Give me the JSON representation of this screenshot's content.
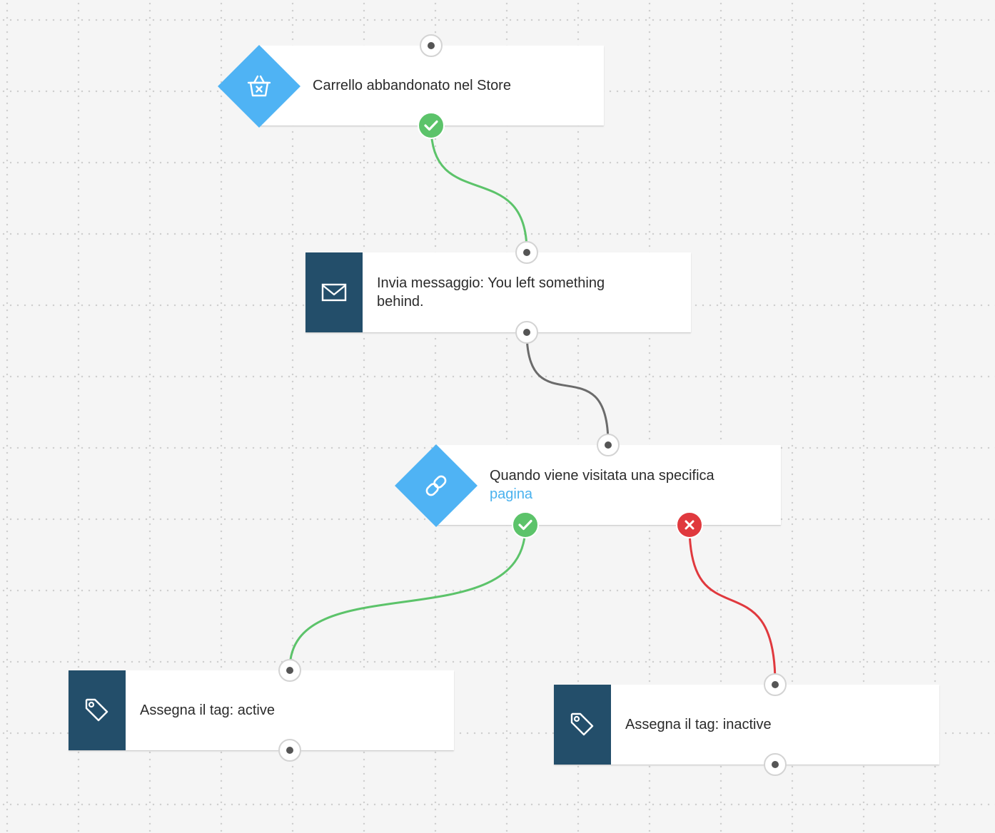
{
  "nodes": {
    "trigger_cart": {
      "label": "Carrello abbandonato nel Store",
      "icon": "basket-x-icon"
    },
    "send_message": {
      "label": "Invia messaggio: You left something behind.",
      "icon": "envelope-icon"
    },
    "page_visit": {
      "label": "Quando viene visitata una specifica",
      "link_text": "pagina",
      "icon": "link-icon"
    },
    "tag_active": {
      "label": "Assegna il tag: active",
      "icon": "tag-icon"
    },
    "tag_inactive": {
      "label": "Assegna il tag: inactive",
      "icon": "tag-icon"
    }
  },
  "colors": {
    "canvas": "#f5f5f5",
    "diamond": "#4fb3f4",
    "square_icon_bg": "#234e6a",
    "yes": "#5cc36a",
    "no": "#e0393e",
    "neutral": "#6b6b6b",
    "link": "#4ab2ee"
  },
  "edges": [
    {
      "from": "trigger_cart",
      "to": "send_message",
      "kind": "yes"
    },
    {
      "from": "send_message",
      "to": "page_visit",
      "kind": "neutral"
    },
    {
      "from": "page_visit",
      "to": "tag_active",
      "kind": "yes"
    },
    {
      "from": "page_visit",
      "to": "tag_inactive",
      "kind": "no"
    }
  ]
}
